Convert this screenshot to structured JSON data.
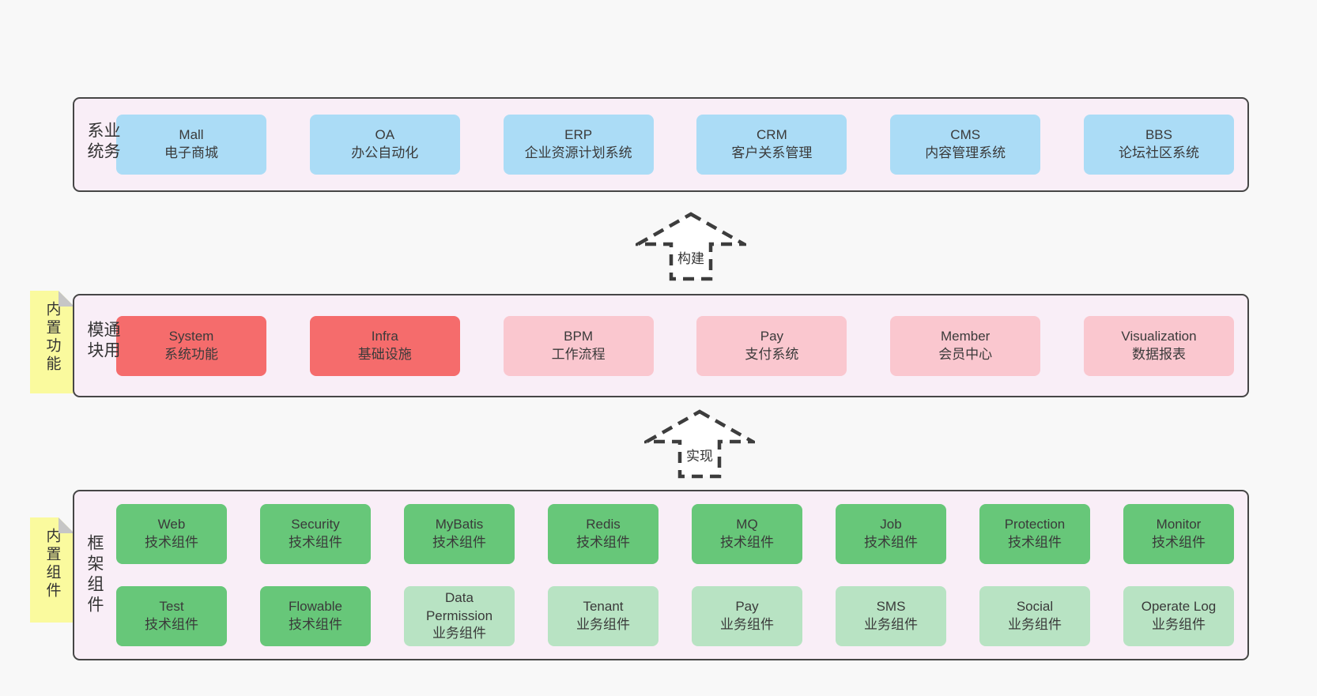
{
  "layers": [
    {
      "label": "业务系统",
      "boxes": [
        {
          "title": "Mall",
          "subtitle": "电子商城"
        },
        {
          "title": "OA",
          "subtitle": "办公自动化"
        },
        {
          "title": "ERP",
          "subtitle": "企业资源计划系统"
        },
        {
          "title": "CRM",
          "subtitle": "客户关系管理"
        },
        {
          "title": "CMS",
          "subtitle": "内容管理系统"
        },
        {
          "title": "BBS",
          "subtitle": "论坛社区系统"
        }
      ]
    },
    {
      "label": "通用模块",
      "note": "内置功能",
      "boxes": [
        {
          "title": "System",
          "subtitle": "系统功能"
        },
        {
          "title": "Infra",
          "subtitle": "基础设施"
        },
        {
          "title": "BPM",
          "subtitle": "工作流程"
        },
        {
          "title": "Pay",
          "subtitle": "支付系统"
        },
        {
          "title": "Member",
          "subtitle": "会员中心"
        },
        {
          "title": "Visualization",
          "subtitle": "数据报表"
        }
      ]
    },
    {
      "label": "框架组件",
      "note": "内置组件",
      "boxes": [
        {
          "title": "Web",
          "subtitle": "技术组件"
        },
        {
          "title": "Security",
          "subtitle": "技术组件"
        },
        {
          "title": "MyBatis",
          "subtitle": "技术组件"
        },
        {
          "title": "Redis",
          "subtitle": "技术组件"
        },
        {
          "title": "MQ",
          "subtitle": "技术组件"
        },
        {
          "title": "Job",
          "subtitle": "技术组件"
        },
        {
          "title": "Protection",
          "subtitle": "技术组件"
        },
        {
          "title": "Monitor",
          "subtitle": "技术组件"
        },
        {
          "title": "Test",
          "subtitle": "技术组件"
        },
        {
          "title": "Flowable",
          "subtitle": "技术组件"
        },
        {
          "title": "Data Permission",
          "subtitle": "业务组件"
        },
        {
          "title": "Tenant",
          "subtitle": "业务组件"
        },
        {
          "title": "Pay",
          "subtitle": "业务组件"
        },
        {
          "title": "SMS",
          "subtitle": "业务组件"
        },
        {
          "title": "Social",
          "subtitle": "业务组件"
        },
        {
          "title": "Operate Log",
          "subtitle": "业务组件"
        }
      ]
    }
  ],
  "arrows": [
    {
      "label": "构建"
    },
    {
      "label": "实现"
    }
  ],
  "colors": {
    "blue": "#abdcf6",
    "red": "#f56c6c",
    "pink": "#fac7cf",
    "green": "#67c779",
    "green_light": "#b8e3c3",
    "layer_bg": "#f9eef7",
    "note_yellow": "#fafa9e",
    "fold": "#c6c6c6",
    "border": "#464646",
    "text": "#3a3a3a"
  }
}
